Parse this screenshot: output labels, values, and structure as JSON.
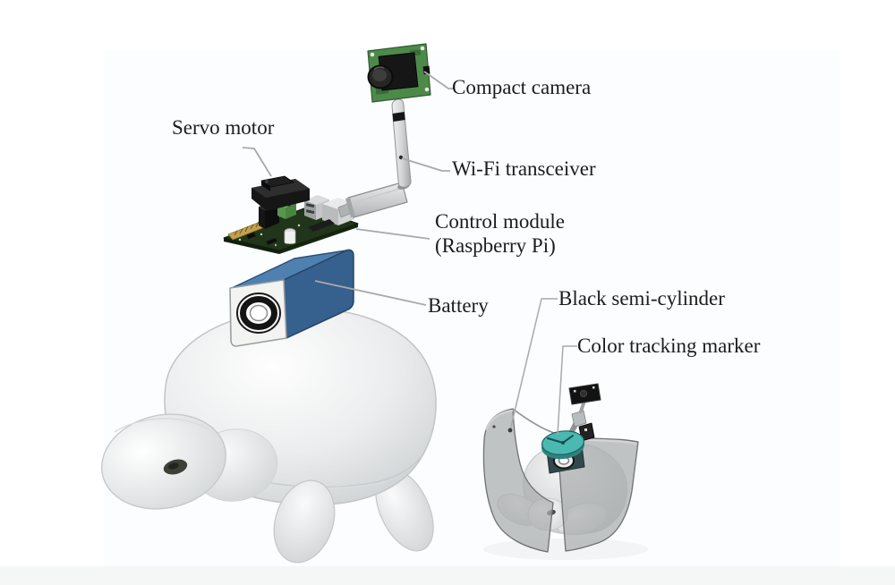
{
  "figure": {
    "labels": {
      "compact_camera": "Compact camera",
      "servo_motor": "Servo motor",
      "wifi_transceiver": "Wi-Fi transceiver",
      "control_module_line1": "Control module",
      "control_module_line2": "(Raspberry Pi)",
      "battery": "Battery",
      "black_semi_cylinder": "Black semi-cylinder",
      "color_tracking_marker": "Color tracking marker"
    },
    "colors": {
      "text": "#1c1c1c",
      "leader_line": "#a9a9a9",
      "battery_blue": "#4e81b0",
      "battery_blue_dark": "#36608d",
      "marker_teal": "#4bb8b2",
      "pcb_green": "#20351a",
      "camera_pcb_green": "#4d8a4a",
      "terminal_green": "#6fb261",
      "servo_black": "#161616",
      "semi_cylinder_gray": "#a9acad",
      "bottom_band": "#f5f6f6"
    }
  }
}
